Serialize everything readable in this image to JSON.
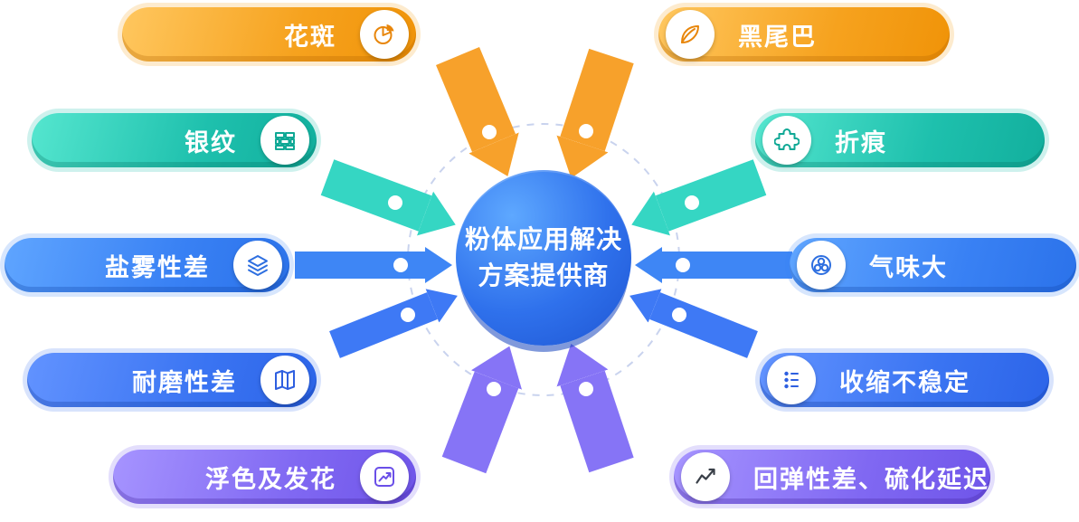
{
  "center": {
    "title_line1": "粉体应用解决",
    "title_line2": "方案提供商"
  },
  "pills": [
    {
      "label": "花斑",
      "icon": "pie-chart",
      "side": "left",
      "color": "#F6A21E"
    },
    {
      "label": "黑尾巴",
      "icon": "leaf",
      "side": "right",
      "color": "#F6A21E"
    },
    {
      "label": "银纹",
      "icon": "bricks",
      "side": "left",
      "color": "#1EC0AD"
    },
    {
      "label": "折痕",
      "icon": "puzzle",
      "side": "right",
      "color": "#1EC0AD"
    },
    {
      "label": "盐雾性差",
      "icon": "layers",
      "side": "left",
      "color": "#3981F4"
    },
    {
      "label": "气味大",
      "icon": "circles",
      "side": "right",
      "color": "#3981F4"
    },
    {
      "label": "耐磨性差",
      "icon": "map",
      "side": "left",
      "color": "#3A74F2"
    },
    {
      "label": "收缩不稳定",
      "icon": "dots-list",
      "side": "right",
      "color": "#3A74F2"
    },
    {
      "label": "浮色及发花",
      "icon": "trend-arrow",
      "side": "left",
      "color": "#8068F2"
    },
    {
      "label": "回弹性差、硫化延迟",
      "icon": "zigzag-chart",
      "side": "right",
      "color": "#8068F2"
    }
  ],
  "colors": {
    "orange": "#F7A12B",
    "teal": "#35D6C3",
    "blue": "#3E86F5",
    "indigo": "#3E79F5",
    "purple": "#8674F6",
    "center_blue": "#2F71EC",
    "dashed_ring": "#C9D3EE"
  }
}
